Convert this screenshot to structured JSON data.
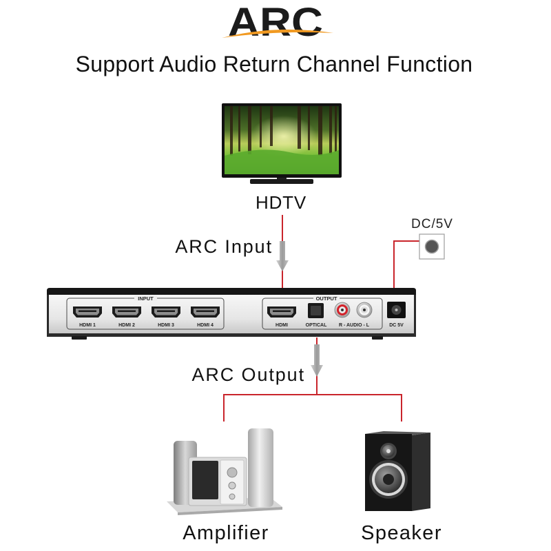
{
  "logo": {
    "text": "ARC"
  },
  "title": "Support Audio Return Channel Function",
  "hdtv": {
    "label": "HDTV"
  },
  "arc_input": {
    "label": "ARC Input"
  },
  "power": {
    "label": "DC/5V"
  },
  "device": {
    "input_panel": {
      "label": "INPUT",
      "ports": [
        "HDMI 1",
        "HDMI 2",
        "HDMI 3",
        "HDMI 4"
      ]
    },
    "output_panel": {
      "label": "OUTPUT",
      "hdmi": "HDMI",
      "optical": "OPTICAL",
      "audio": "R - AUDIO - L"
    },
    "dc_port": "DC 5V"
  },
  "arc_output": {
    "label": "ARC Output"
  },
  "amplifier": {
    "label": "Amplifier"
  },
  "speaker": {
    "label": "Speaker"
  },
  "icons": {
    "display": "hdtv-icon",
    "power_input": "dc-power-icon",
    "amp": "amplifier-icon",
    "speaker": "speaker-icon",
    "flow": "arrow-down-icon"
  },
  "colors": {
    "connector_line": "#c9242b",
    "arrow": "#9b9b9b",
    "logo_swoosh": "#f19a22",
    "logo_text": "#1b1b1b",
    "text": "#111111"
  }
}
